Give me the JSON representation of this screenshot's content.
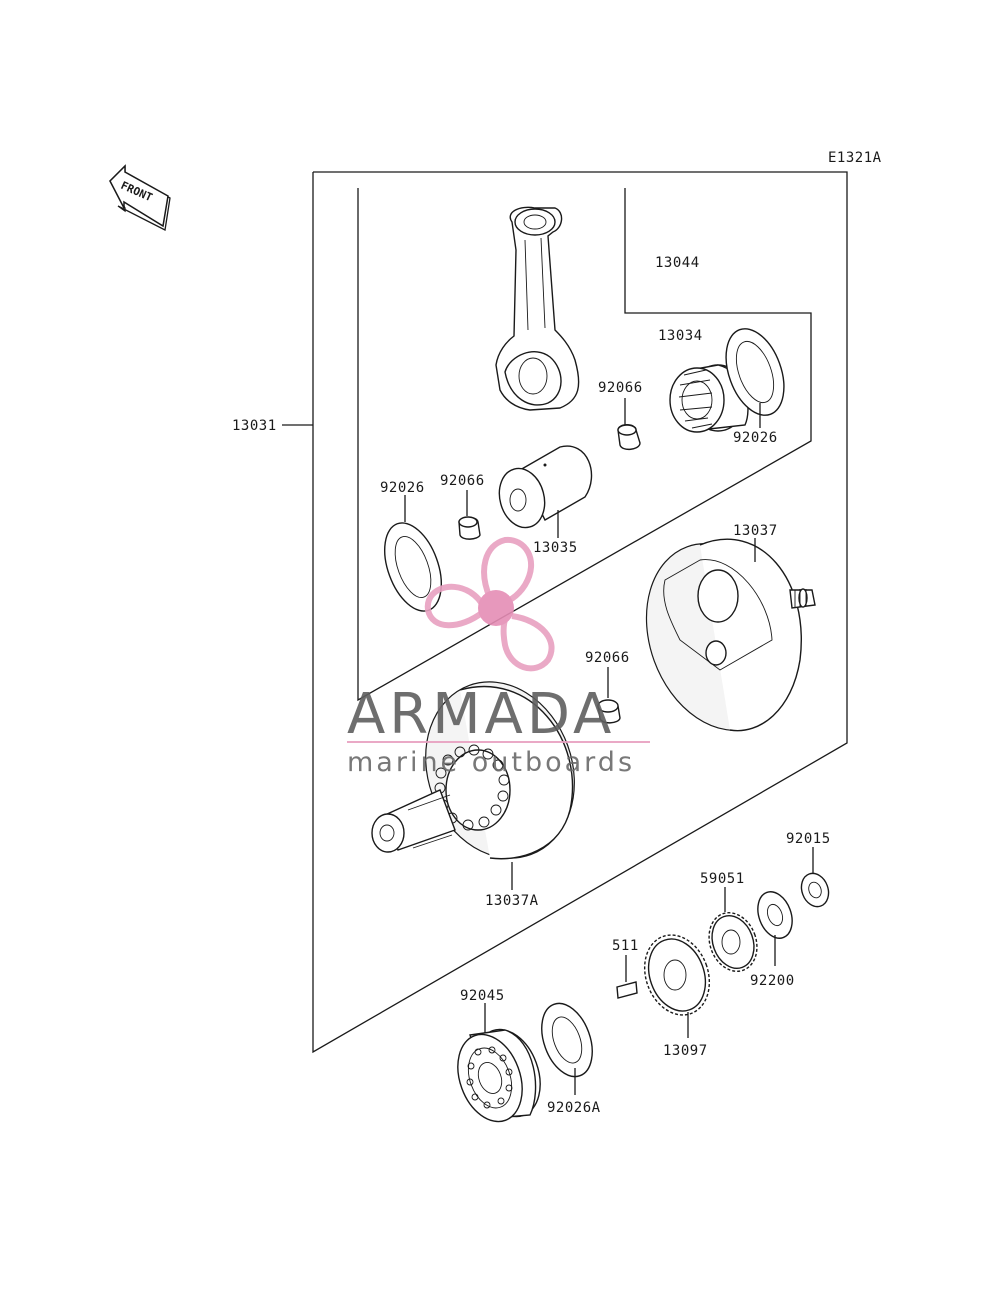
{
  "diagram_code": "E1321A",
  "front_label": "FRONT",
  "watermark": {
    "brand": "ARMADA",
    "tagline": "marine outboards",
    "colors": {
      "logo_pink": "#e8a0c0",
      "logo_pink_dark": "#e58db5",
      "text_gray": "#5f5f5f"
    }
  },
  "parts": {
    "p13031": "13031",
    "p13044": "13044",
    "p13034": "13034",
    "p92066_top": "92066",
    "p92026_right": "92026",
    "p92026_left": "92026",
    "p92066_mid": "92066",
    "p13035": "13035",
    "p13037": "13037",
    "p92066_low": "92066",
    "p13037A": "13037A",
    "p92015": "92015",
    "p59051": "59051",
    "p92200": "92200",
    "p511": "511",
    "p92045": "92045",
    "p13097": "13097",
    "p92026A": "92026A"
  }
}
